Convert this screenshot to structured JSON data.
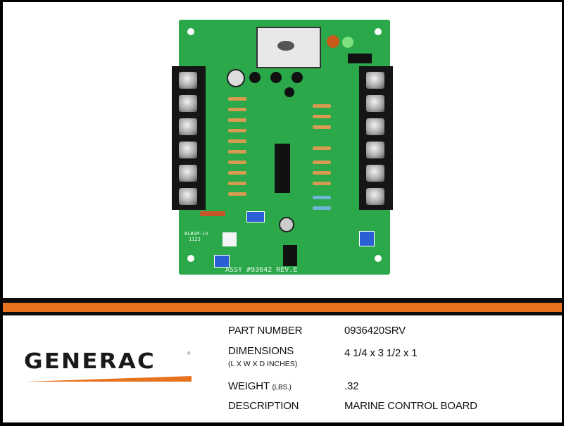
{
  "product_image": {
    "board_silkscreen": "ASSY #93642 REV.E",
    "board_label_left": "BLBSM-1A",
    "board_label_left_2": "1123"
  },
  "colors": {
    "accent_orange": "#e8731e",
    "border_black": "#0d0d0d",
    "board_green": "#2aa84a"
  },
  "brand": {
    "logo_text": "GENERAC",
    "logo_reg": "®"
  },
  "specs": {
    "part_number": {
      "label": "PART NUMBER",
      "value": "0936420SRV"
    },
    "dimensions": {
      "label": "DIMENSIONS",
      "sublabel": "(L X W X D INCHES)",
      "value": "4 1/4 x 3 1/2 x 1"
    },
    "weight": {
      "label": "WEIGHT",
      "unit": "(LBS.)",
      "value": ".32"
    },
    "description": {
      "label": "DESCRIPTION",
      "value": "MARINE CONTROL BOARD"
    }
  }
}
